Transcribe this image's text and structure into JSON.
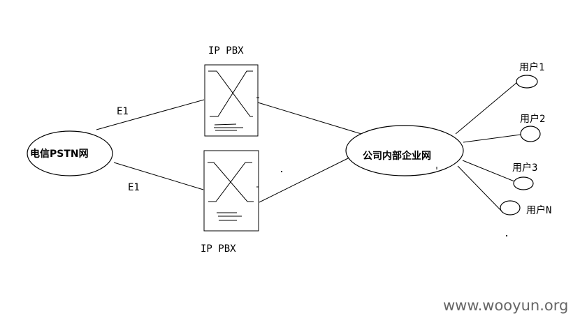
{
  "diagram": {
    "pstn": {
      "label": "电信PSTN网"
    },
    "pbx_top": {
      "label": "IP PBX"
    },
    "pbx_bottom": {
      "label": "IP PBX"
    },
    "link_top": {
      "label": "E1"
    },
    "link_bottom": {
      "label": "E1"
    },
    "enterprise": {
      "label": "公司内部企业网"
    },
    "users": [
      {
        "label": "用户1"
      },
      {
        "label": "用户2"
      },
      {
        "label": "用户3"
      },
      {
        "label": "用户N"
      }
    ]
  },
  "watermark": "www.wooyun.org"
}
